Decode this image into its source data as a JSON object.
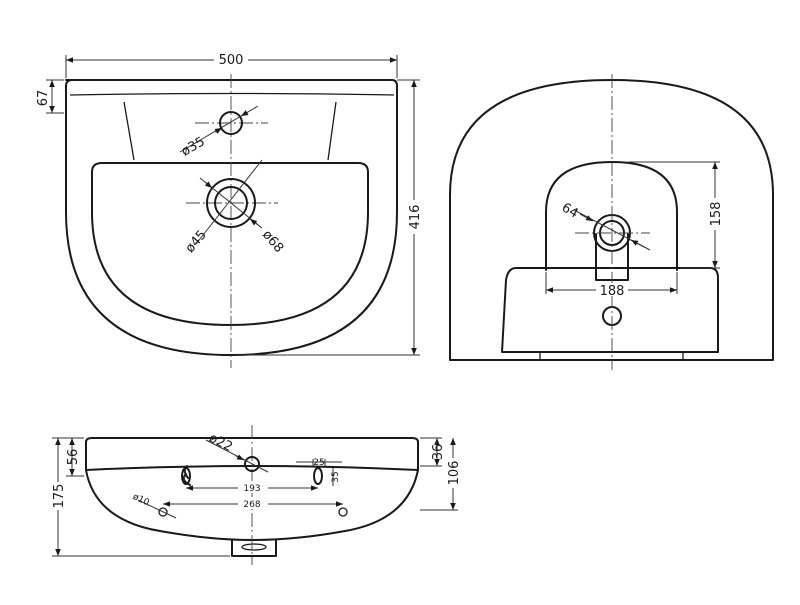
{
  "dimensions": {
    "top_width": "500",
    "top_rim": "67",
    "top_depth": "416",
    "tap_hole": "ø35",
    "waste_outer": "ø68",
    "waste_inner": "ø45",
    "back_spacing": "188",
    "back_height": "158",
    "back_hole": "64",
    "side_tap": "ø22",
    "side_slot_w": "25",
    "side_slot_h": "35",
    "side_193": "193",
    "side_268": "268",
    "side_fix": "ø10",
    "side_175": "175",
    "side_56": "56",
    "side_36": "36",
    "side_106": "106"
  }
}
